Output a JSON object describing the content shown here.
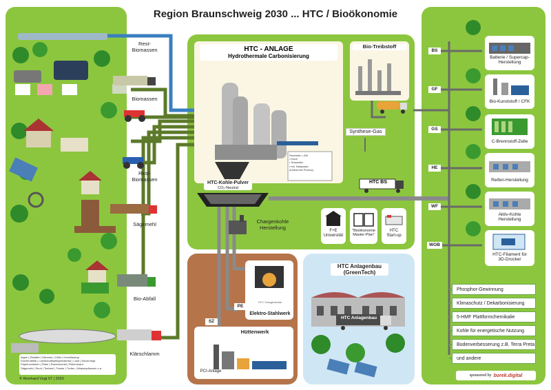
{
  "title": "Region Braunschweig 2030 ... HTC / Bioökonomie",
  "left": {
    "labels": [
      "Rest-\nBiomassen",
      "Biomassen",
      "Rest-\nBiomassen",
      "Sägemehl",
      "Bio-Abfall",
      "Klärschlamm"
    ],
    "legend": "Algen | Eiskäfte | Gärreste | Gülle | Kunstfasergr\nKüchenabfall | Landschaftspflegematerial | Laub | Moosrünge\nPapierschlamm | Rübe | Rasenschnitt | Rübenkraut\nSägemehl | Stroh | Teebeel | Trester | Treber | Wasserpflanzen u.a.",
    "copyright": "© Reinhard Vogt 07 | 2020"
  },
  "center": {
    "htc_title": "HTC - ANLAGE",
    "htc_subtitle": "Hydrothermale Carbonisierung",
    "biofuel": "Bio-Treibstoff",
    "synthesis_gas": "Synthese-Gas",
    "params": "Parameter: • Zeit\n• Druck\n• Temperatur\n• evtl. Katalysator\n(Exothermer Prozess)",
    "coal_powder": "HTC-Kohle-Pulver",
    "co2_neutral": "CO₂-Neutral",
    "htc_bs": "HTC BS",
    "charcoal": "Chargenkohle\nHerstellung",
    "fue": "F+E\nUniversität",
    "master_plan": "\"Bioökonomie\nMaster-Plan\"",
    "startup": "HTC\nStart-up"
  },
  "bottom": {
    "pe": "PE",
    "sz": "SZ",
    "steel_small": "HTC Chargenkohle",
    "steel": "Elektro-Stahlwerk",
    "huettenwerk": "Hüttenwerk",
    "pci": "PCI-Anlage",
    "anlagenbau_title": "HTC Anlagenbau\n(GreenTech)",
    "truck": "HTC Anlagenbau"
  },
  "right": {
    "cities": [
      "BS",
      "GF",
      "GS",
      "HE",
      "WF",
      "WOB"
    ],
    "products": [
      "Batterie / Supercap-\nHerstellung",
      "Bio-Kunststoff / CFK",
      "C-Brennstoff-Zelle",
      "Reifen-Herstellung",
      "Aktiv-Kohle\nHerstellung",
      "HTC-Filament für\n3D-Drucker"
    ],
    "list": [
      "Phosphor-Gewinnung",
      "Klimaschutz / Dekarbonisierung",
      "5-HMF Plattformchemikalie",
      "Kohle für energetische Nutzung",
      "Bodenverbesserung z.B. Terra Preta",
      "und andere"
    ],
    "sponsor_prefix": "sponsored by",
    "sponsor_name": "borek.digital"
  },
  "colors": {
    "panel_green": "#8cc63f",
    "line_blue": "#3a7fc1",
    "line_olive": "#5c7a2a",
    "brown": "#b5744a",
    "light_blue": "#cfe6f5"
  }
}
